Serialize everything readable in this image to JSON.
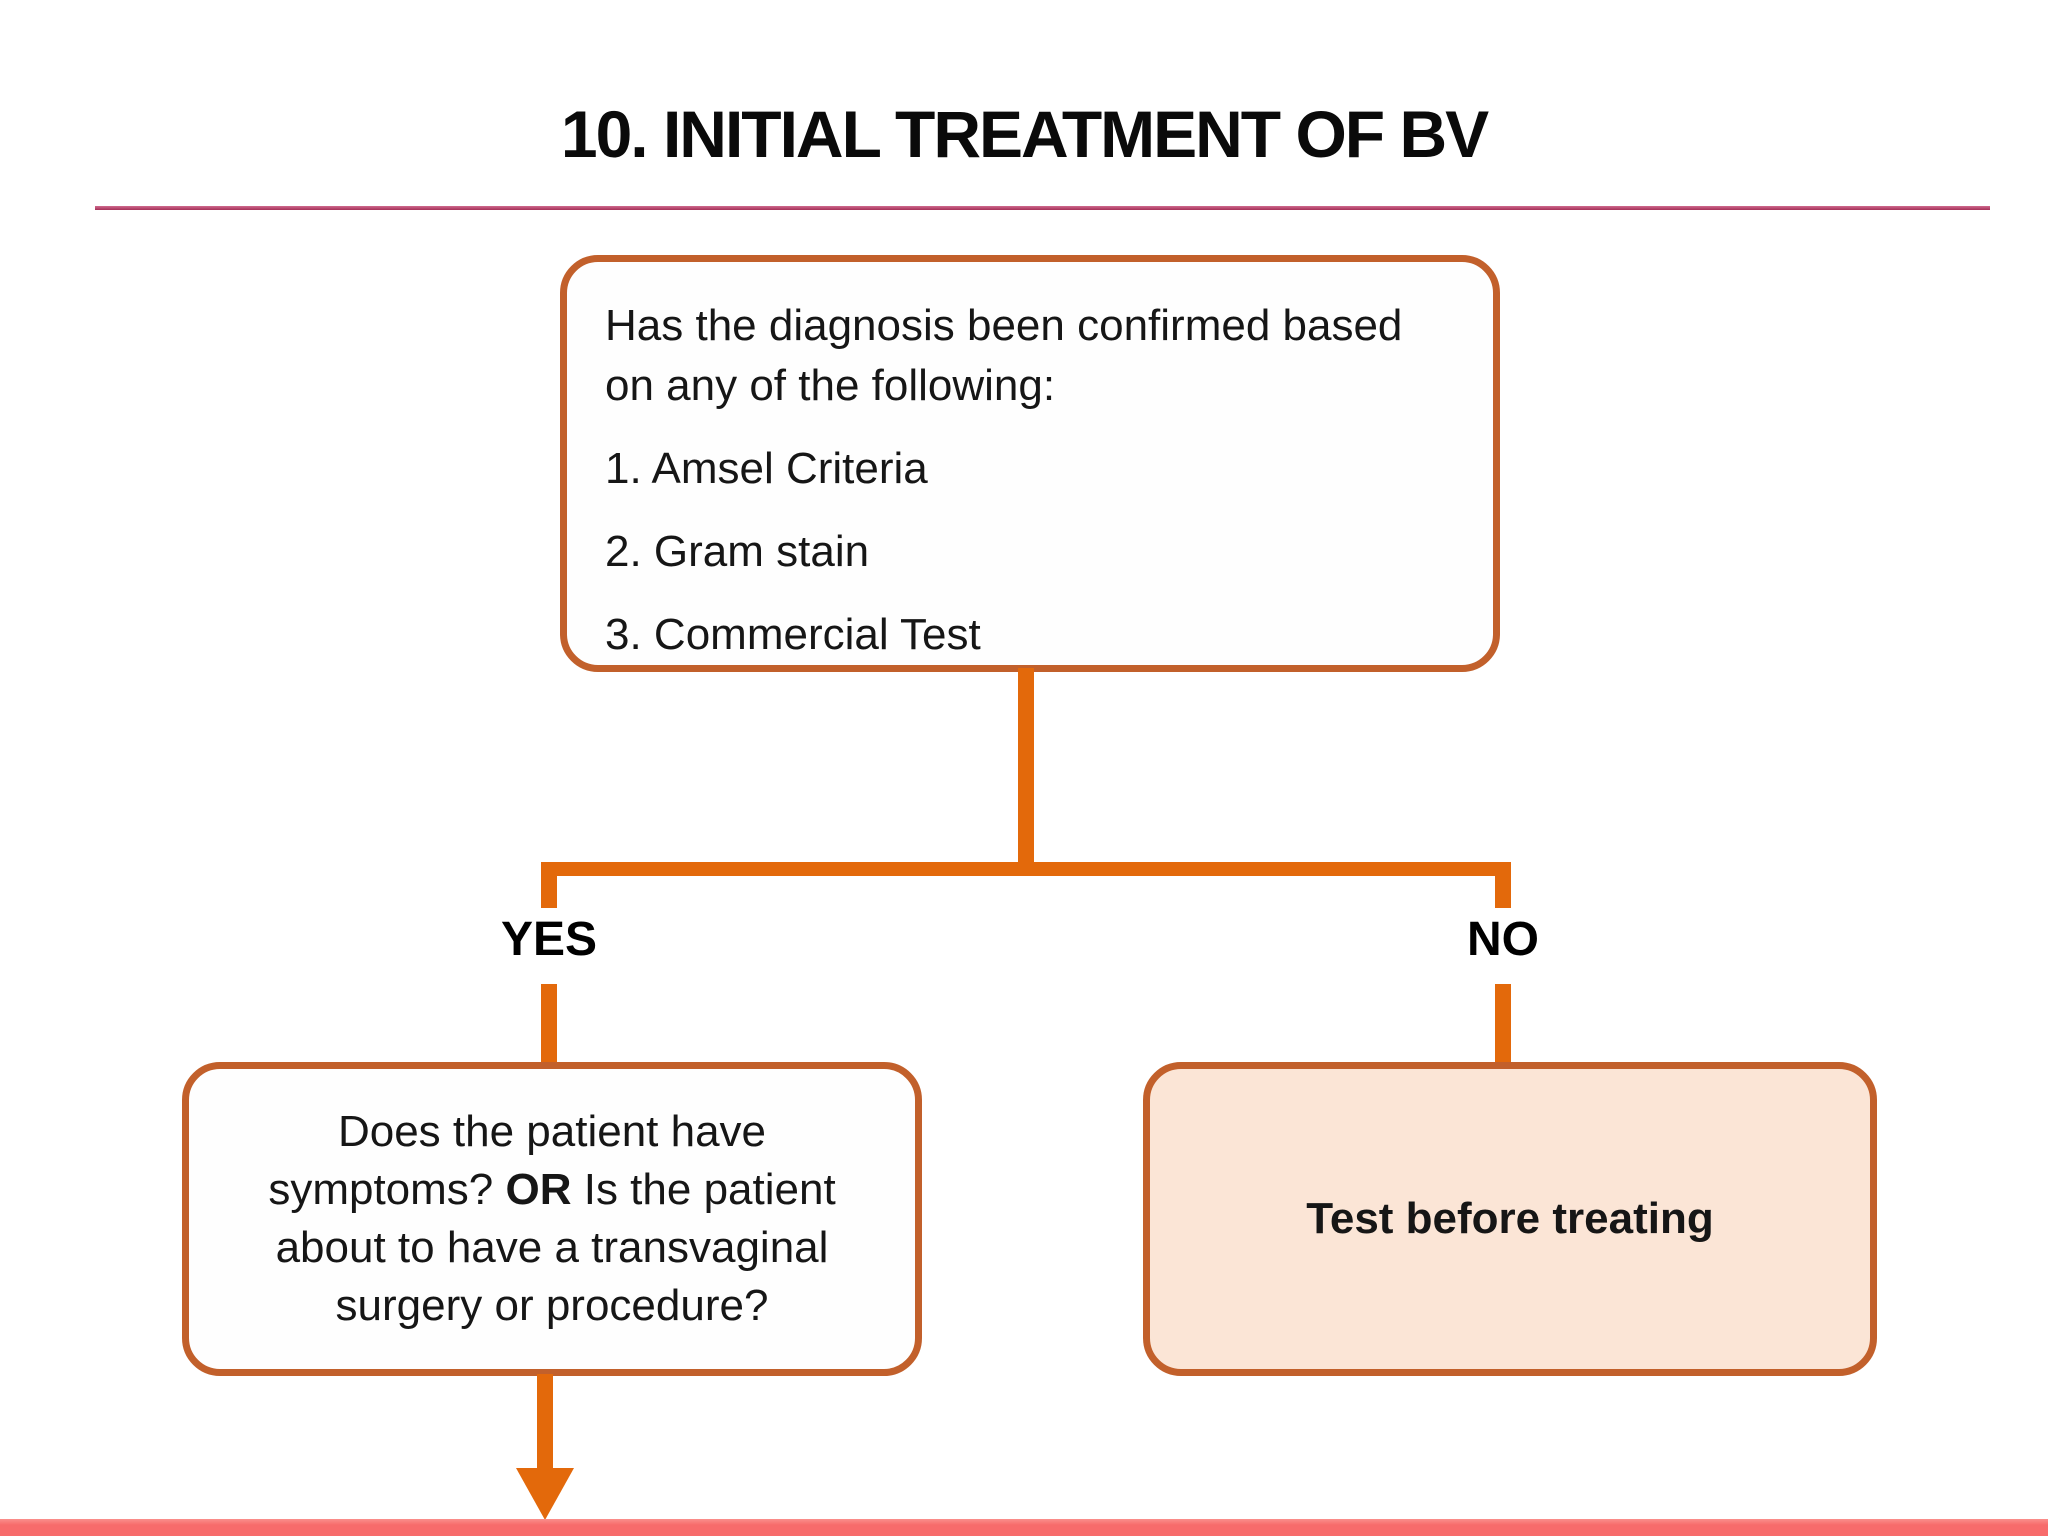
{
  "slide": {
    "title": "10. INITIAL TREATMENT OF BV"
  },
  "flowchart": {
    "root_box": {
      "intro_lines": [
        "Has the diagnosis been confirmed based",
        "on any of the following:"
      ],
      "items": [
        "1. Amsel Criteria",
        "2. Gram stain",
        "3. Commercial Test"
      ]
    },
    "branch_labels": {
      "yes": "YES",
      "no": "NO"
    },
    "yes_box": {
      "line1": "Does the patient have",
      "line2_before": "symptoms? ",
      "line2_bold": "OR",
      "line2_after": " Is the patient",
      "line3": "about to have a transvaginal",
      "line4": "surgery or procedure?"
    },
    "no_box": {
      "label": "Test before treating"
    }
  },
  "colors": {
    "connector_orange": "#e3690b",
    "box_border_orange": "#c2602b",
    "no_box_fill": "#fbe5d6",
    "divider_pink_top": "#cf6a8e",
    "divider_pink_bottom": "#a53158",
    "footer_bar_red": "#f76b6b",
    "title_text": "#0a0a0a",
    "body_text": "#161616"
  }
}
